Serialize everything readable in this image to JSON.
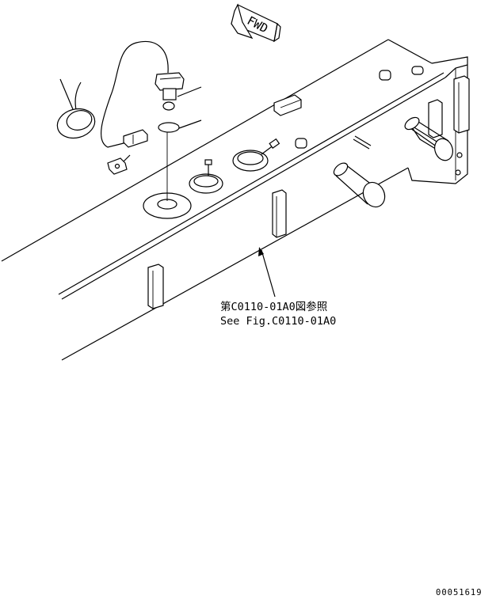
{
  "direction_marker": {
    "label": "FWD"
  },
  "reference_note": {
    "line_jp": "第C0110-01A0図参照",
    "line_en": "See Fig.C0110-01A0"
  },
  "drawing_number": "00051619"
}
